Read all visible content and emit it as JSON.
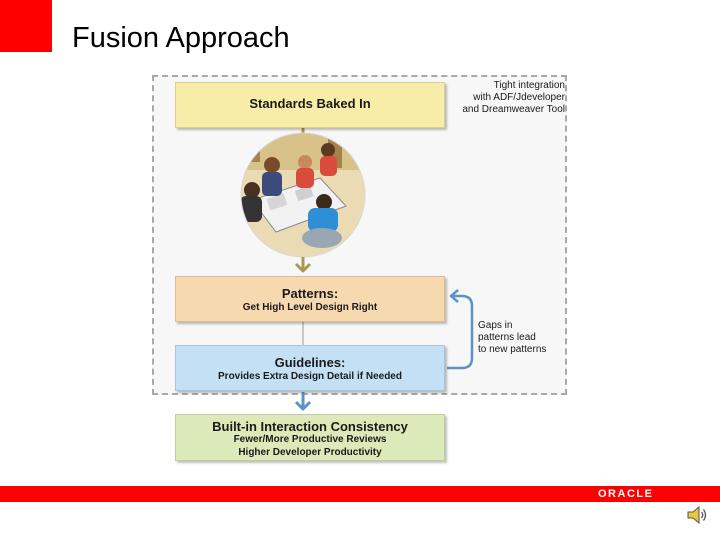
{
  "slide": {
    "title": "Fusion Approach",
    "brand_logo": "ORACLE",
    "colors": {
      "accent_red": "#ff0000",
      "standards": "#f8eda8",
      "patterns": "#f7d9b0",
      "guidelines": "#c4e0f5",
      "consistency": "#dbeab8",
      "arrow_gold": "#a89a55",
      "arrow_blue": "#5b93c9"
    }
  },
  "diagram": {
    "standards": {
      "label": "Standards Baked In"
    },
    "integration_note": [
      "Tight integration",
      "with ADF/Jdeveloper",
      "and Dreamweaver Tool"
    ],
    "patterns": {
      "label": "Patterns:",
      "sub": "Get High Level Design Right"
    },
    "guidelines": {
      "label": "Guidelines:",
      "sub": "Provides Extra Design Detail if Needed"
    },
    "gaps_note": [
      "Gaps in",
      "patterns lead",
      "to new patterns"
    ],
    "consistency": {
      "label": "Built-in Interaction Consistency",
      "sub1": "Fewer/More Productive Reviews",
      "sub2": "Higher Developer Productivity"
    },
    "illustration_icon": "team-meeting-illustration"
  }
}
